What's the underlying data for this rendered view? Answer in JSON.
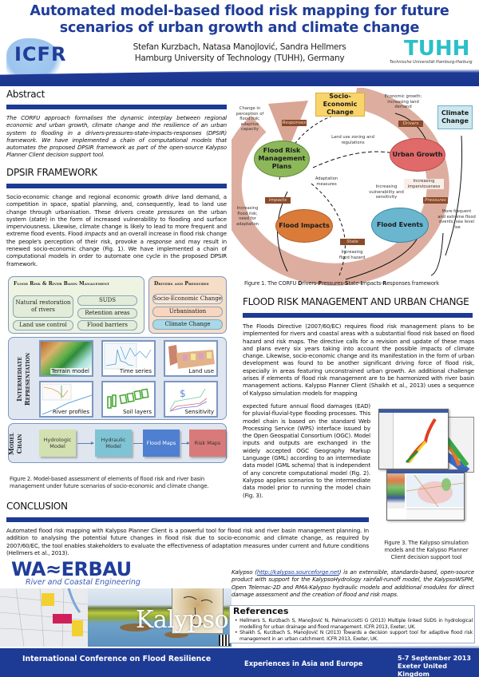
{
  "header": {
    "title_line1": "Automated model-based flood risk mapping for future",
    "title_line2": "scenarios of urban growth and climate change",
    "authors": "Stefan Kurzbach, Natasa Manojlović, Sandra Hellmers",
    "affiliation": "Hamburg University of Technology (TUHH), Germany",
    "left_logo": "ICFR",
    "right_logo": "TUHH",
    "right_logo_sub": "Technische Universität Hamburg-Harburg"
  },
  "abstract": {
    "heading": "Abstract",
    "text": "The CORFU approach formalises the dynamic interplay between regional economic and urban growth, climate change and the resilience of an urban system to flooding in a drivers-pressures-state-impacts-responses (DPSIR) framework. We have implemented a chain of computational models that automates the proposed DPSIR framework as part of the open-source Kalypso Planner Client decision support tool."
  },
  "dpsir": {
    "heading": "DPSIR FRAMEWORK",
    "p1": "Socio-economic change and regional economic growth ",
    "p1_i1": "drive",
    "p2": " land demand, a competition in space, spatial planning, and, consequently, lead to land use change through urbanisation. These drivers create ",
    "p2_i2": "pressures",
    "p3": " on the urban system (",
    "p3_i3": "state",
    "p4": ") in the form of increased vulnerability to flooding and surface imperviousness. Likewise, climate change is likely to lead to more frequent and extreme flood events. Flood ",
    "p4_i4": "impacts",
    "p5": " and an overall increase in flood risk change the people's perception of their risk, provoke a ",
    "p5_i5": "response",
    "p6": " and may result in renewed socio-economic change (Fig. 1). We have implemented a chain of computational models in order to automate one cycle in the proposed DPSIR framework."
  },
  "figure2": {
    "frbm_title": "Flood Risk & River Basin Management",
    "frbm_items": [
      "Natural restoration of rivers",
      "SUDS",
      "Retention areas",
      "Land use control",
      "Flood barriers"
    ],
    "dp_title": "Drivers and Pressures",
    "dp_items": [
      "Socio-Economic Change",
      "Urbanisation",
      "Climate Change"
    ],
    "ir_label_1": "Intermediate",
    "ir_label_2": "Representation",
    "thumbs": [
      "Terrain model",
      "Time series",
      "Land use",
      "River profiles",
      "Soil layers",
      "Sensitivity"
    ],
    "mc_label_1": "Model",
    "mc_label_2": "Chain",
    "chain": [
      {
        "label": "Hydrologic Model",
        "color": "#d3e0b0"
      },
      {
        "label": "Hydraulic Model",
        "color": "#7fc4d4"
      },
      {
        "label": "Flood Maps",
        "color": "#4f7fd0"
      },
      {
        "label": "Risk Maps",
        "color": "#d97a7a"
      }
    ],
    "caption": "Figure 2. Model-based assessment of elements of flood risk and river basin management under future scenarios of socio-economic and climate change."
  },
  "figure1": {
    "nodes": {
      "socio": "Socio-Economic Change",
      "climate": "Climate Change",
      "frmp": "Flood Risk Management Plans",
      "urban": "Urban Growth",
      "impacts": "Flood Impacts",
      "events": "Flood Events"
    },
    "tags": {
      "responses": "Responses",
      "drivers": "Drivers",
      "impacts": "Impacts",
      "pressures": "Pressures",
      "state": "State"
    },
    "annotations": {
      "perception": "Change in perception of flood risk; adaptive capacity",
      "economic": "Economic growth; increasing land demand",
      "zoning": "Land use zoning and regulations",
      "adaptation": "Adaptation measures",
      "impervious": "Increasing imperviousness",
      "vulnerability": "Increasing vulnerability and sensitivity",
      "risk": "Increasing flood risk; need for adaptation",
      "frequent": "More frequent and extreme flood events; sea level rise",
      "hazard": "Increasing flood hazard"
    },
    "caption_pre": "Figure 1. The CORFU ",
    "caption_parts": [
      "D",
      "rivers-",
      "P",
      "ressures-",
      "S",
      "tate-",
      "I",
      "mpacts-",
      "R",
      "esponses framework"
    ]
  },
  "frm": {
    "heading": "FLOOD RISK MANAGEMENT AND URBAN CHANGE",
    "p_full": "The Floods Directive (2007/60/EC) requires flood risk management plans to be implemented for rivers and coastal areas with a substantial flood risk based on flood hazard and risk maps. The directive calls for a revision and update of these maps and plans every six years taking into account the possible impacts of climate change. Likewise, socio-economic change and its manifestation in the form of urban development was found to be another significant driving force of flood risk, especially in areas featuring unconstrained urban growth. An additional challenge arises if elements of flood risk management are to be harmonized with river basin management actions. Kalypso Planner Client (Shaikh et al., 2013) uses a sequence of Kalypso simulation models for mapping",
    "p_narrow": "expected future annual flood damages (EAD) for pluvial-fluvial-type flooding processes. This model chain is based on the standard Web Processing Service (WPS) interface issued by the Open Geospatial Consortium (OGC). Model inputs and outputs are exchanged in the widely accepted OGC Geography Markup Language (GML) according to an intermediate data model (GML schema) that is independent of any concrete computational model (Fig. 2). Kalypso applies scenarios to the intermediate data model prior to running the model chain (Fig. 3).",
    "fig3_caption": "Figure 3. The Kalypso simulation models and the Kalypso Planner Client decision support tool"
  },
  "conclusion": {
    "heading": "CONCLUSION",
    "text": "Automated flood risk mapping with Kalypso Planner Client is a powerful tool for flood risk and river basin management planning. In addition to analysing the potential future changes in flood risk due to socio-economic and climate change, as required by 2007/60/EC, the tool enables stakeholders to evaluate the effectiveness of adaptation measures under current and future conditions (Hellmers et al., 2013)."
  },
  "kalypso": {
    "pre": "Kalypso (",
    "link": "http://kalypso.sourceforge.net",
    "post": ") is an extensible, standards-based, open-source product with support for the KalypsoHydrology rainfall-runoff model, the KalypsoWSPM, Open Telemac-2D and RMA·Kalypso hydraulic models and additional modules for direct damage assessment and the creation of flood and risk maps.",
    "banner_word": "Kalypso"
  },
  "wasserbau": {
    "logo": "WA≈ERBAU",
    "sub": "River and Coastal Engineering"
  },
  "references": {
    "heading": "References",
    "items": [
      "Hellmers S, Kurzbach S, Manojlović N, Palmaricciotti G (2013) Multiple linked SUDS in hydrological modelling for urban drainage and flood management. ICFR 2013, Exeter, UK.",
      "Shaikh S, Kurzbach S, Manojlović N (2013) Towards a decision support tool for adaptive flood risk management in an urban catchment. ICFR 2013, Exeter, UK."
    ]
  },
  "footer": {
    "conference": "International Conference on Flood Resilience",
    "theme": "Experiences in Asia and Europe",
    "dates": "5-7 September 2013",
    "location": "Exeter United Kingdom"
  },
  "colors": {
    "brand_blue": "#1d3a94",
    "title_blue": "#1f3d99",
    "tuhh_teal": "#2bc0c8",
    "ring": "#d9a595",
    "tag_brown": "#8a4a2a"
  }
}
